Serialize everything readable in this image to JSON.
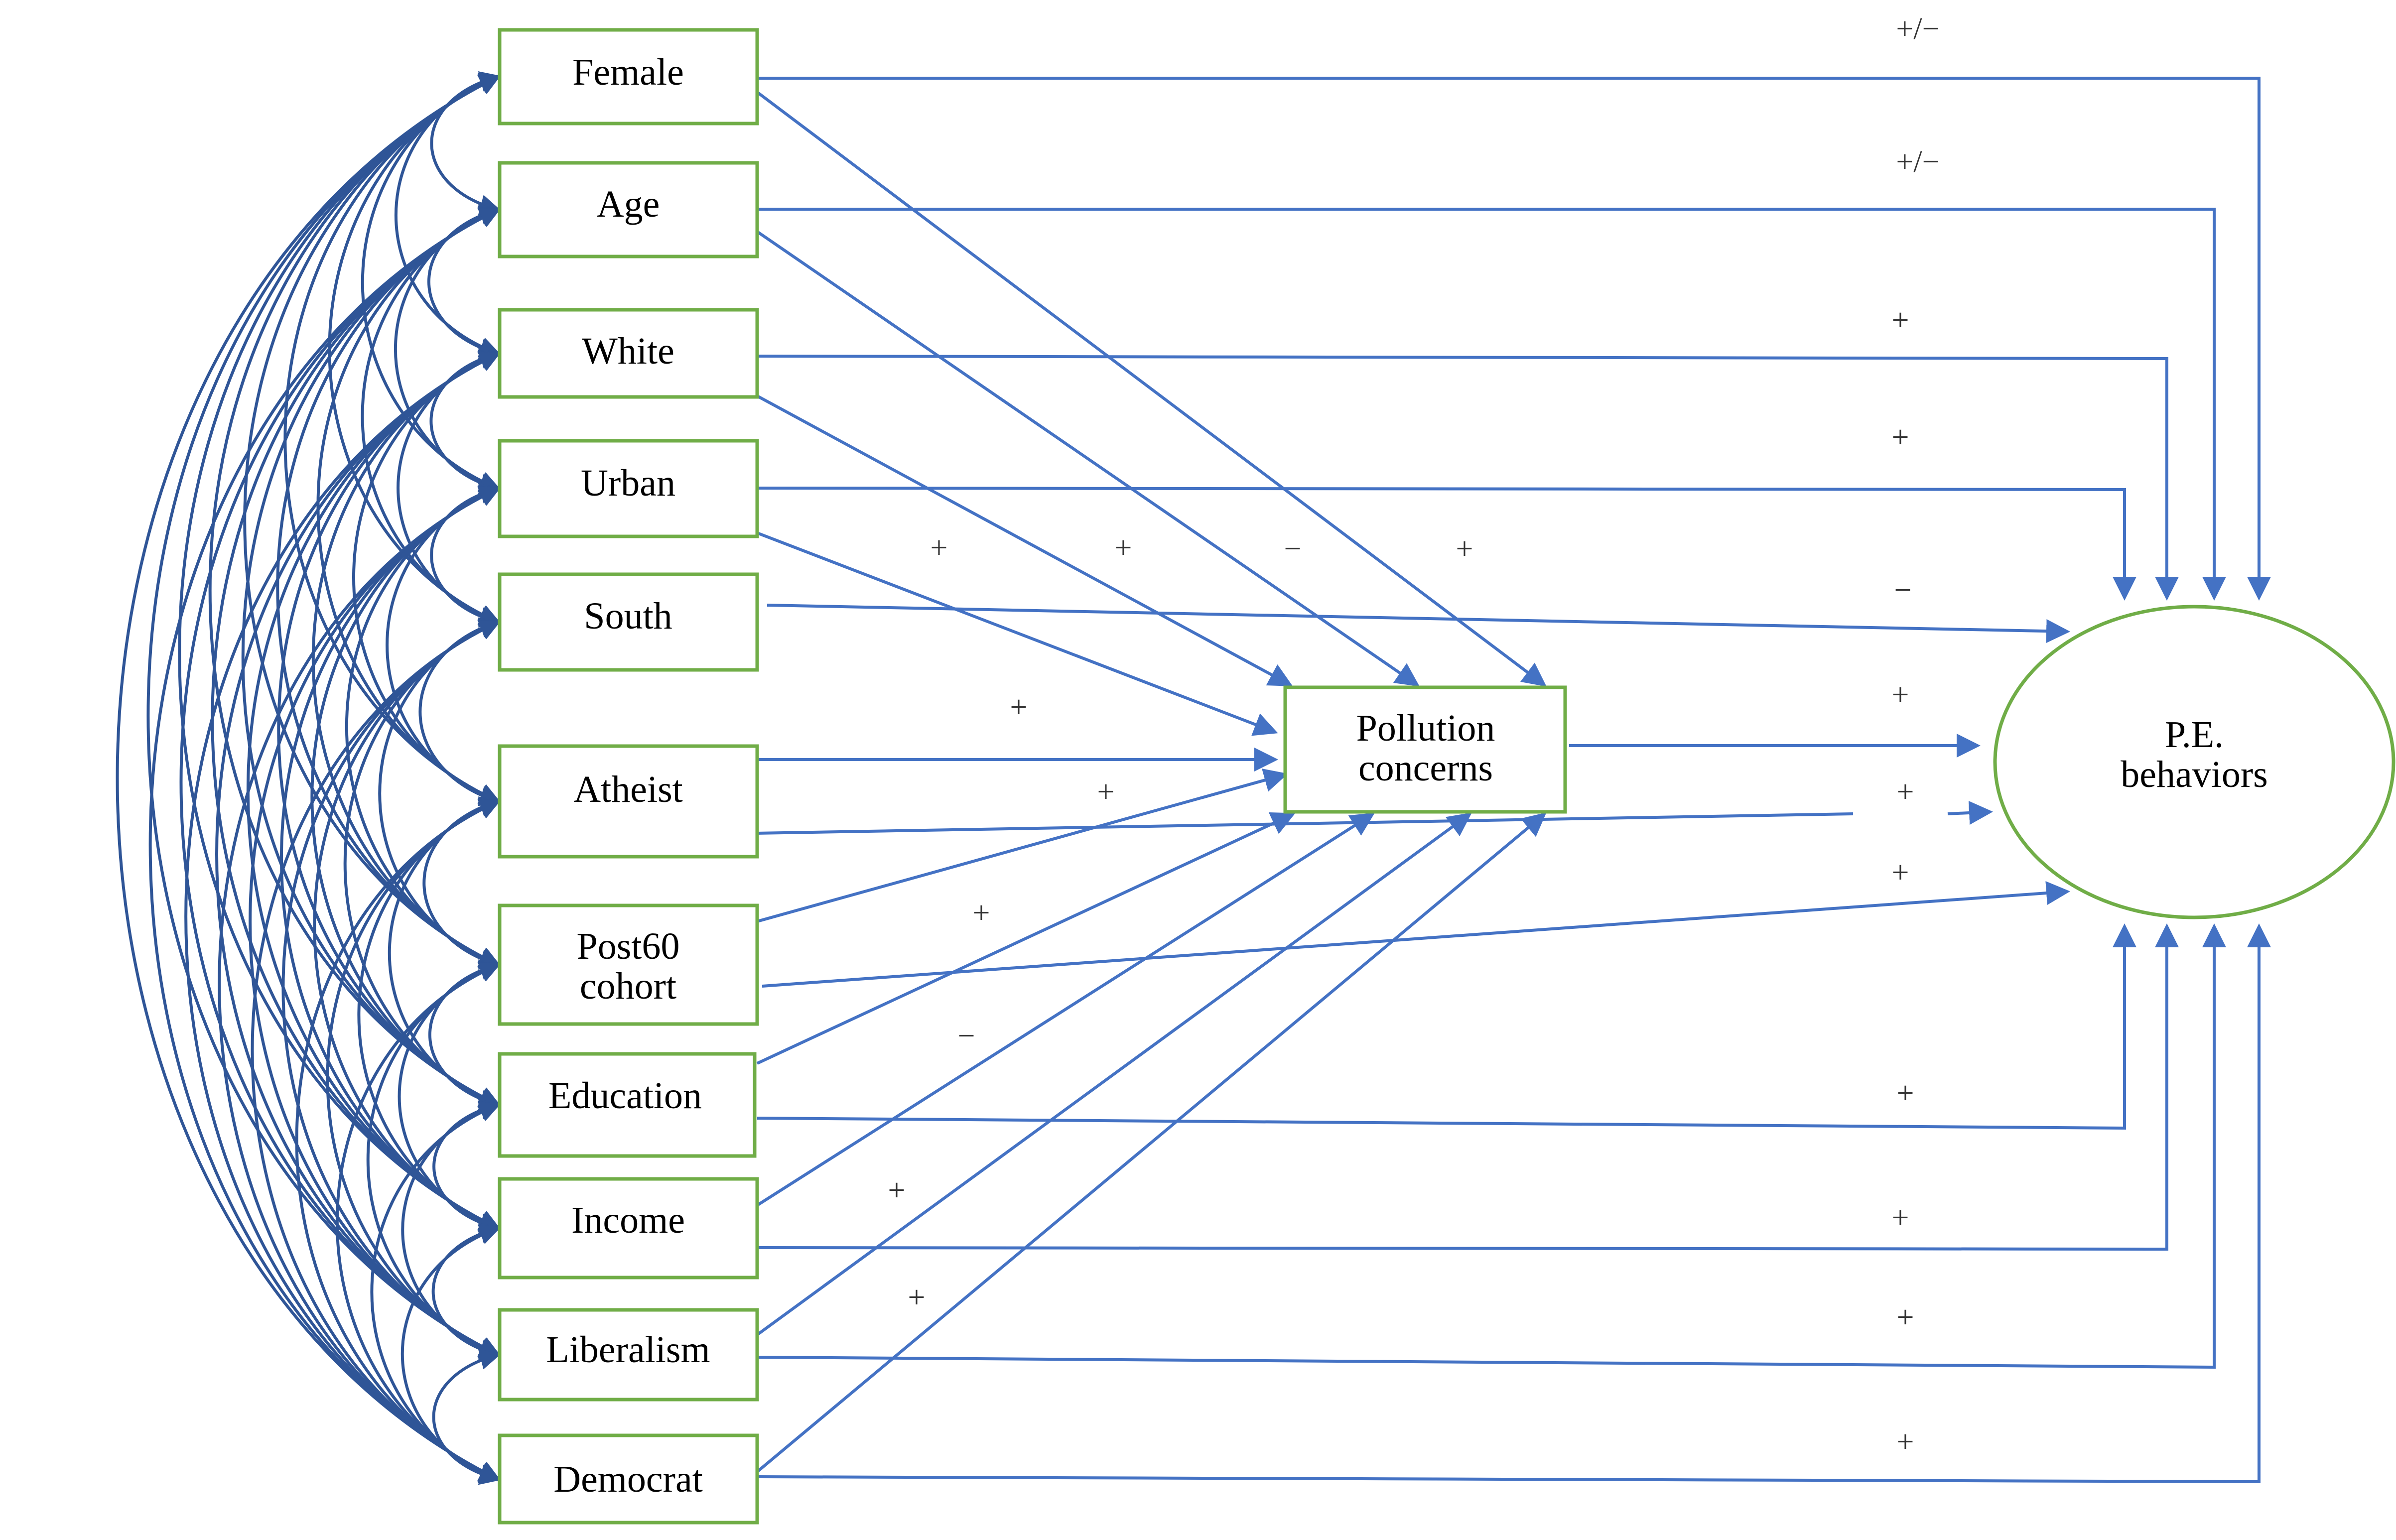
{
  "nodes": {
    "female": {
      "label": "Female"
    },
    "age": {
      "label": "Age"
    },
    "white": {
      "label": "White"
    },
    "urban": {
      "label": "Urban"
    },
    "south": {
      "label": "South"
    },
    "atheist": {
      "label": "Atheist"
    },
    "post60": {
      "label_line1": "Post60",
      "label_line2": "cohort"
    },
    "education": {
      "label": "Education"
    },
    "income": {
      "label": "Income"
    },
    "liberalism": {
      "label": "Liberalism"
    },
    "democrat": {
      "label": "Democrat"
    },
    "pollution": {
      "label_line1": "Pollution",
      "label_line2": "concerns"
    },
    "pe": {
      "label_line1": "P.E.",
      "label_line2": "behaviors"
    }
  },
  "signs": {
    "female_pe": "+/−",
    "age_pe": "+/−",
    "white_pe": "+",
    "urban_pe": "+",
    "south_pe": "−",
    "pollution_pe": "+",
    "atheist_pe": "+",
    "post60_pe": "+",
    "education_pe": "+",
    "income_pe": "+",
    "liberalism_pe": "+",
    "democrat_pe": "+",
    "urban_pc": "+",
    "white_pc": "+",
    "age_pc": "−",
    "female_pc": "+",
    "atheist_pc": "+",
    "post60_pc": "+",
    "education_pc": "+",
    "income_pc": "−",
    "liberalism_pc": "+",
    "democrat_pc": "+"
  },
  "colors": {
    "arrow": "#4472c4",
    "curve": "#2f5597",
    "box_border": "#70ad47",
    "text": "#000000"
  }
}
